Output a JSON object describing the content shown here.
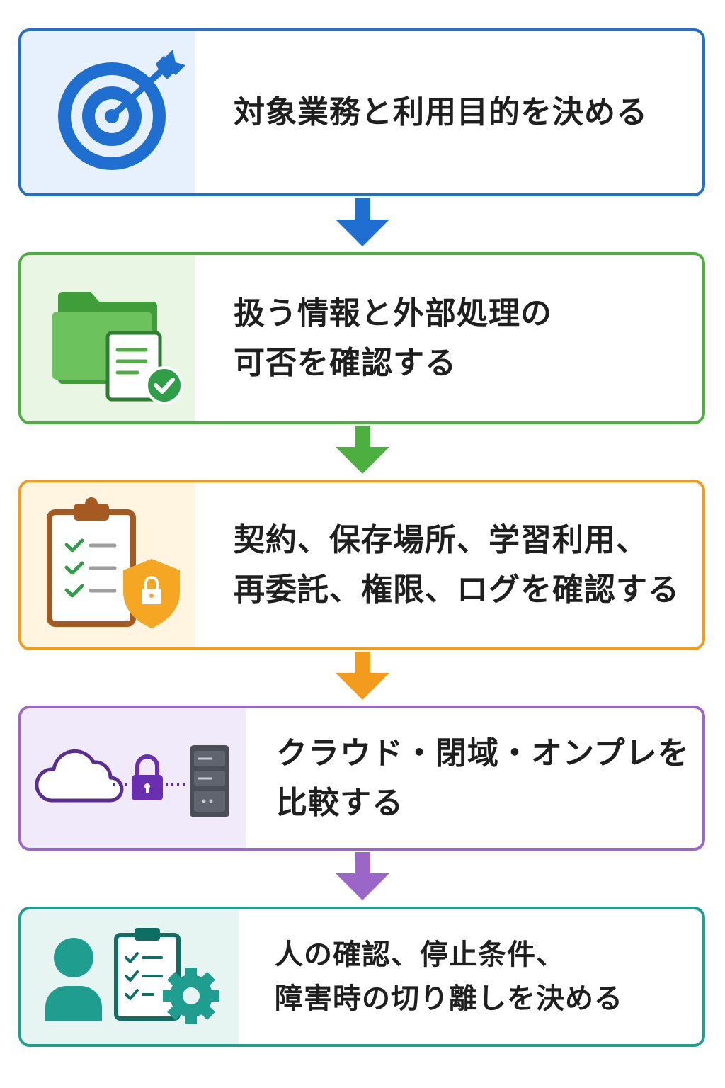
{
  "steps": [
    {
      "id": "purpose",
      "lines": [
        "対象業務と利用目的を決める"
      ],
      "color": "#1f6fd1",
      "panel": "#e6f1fd",
      "icon": "target-icon"
    },
    {
      "id": "data",
      "lines": [
        "扱う情報と外部処理の",
        "可否を確認する"
      ],
      "color": "#4caf3f",
      "panel": "#eaf6e4",
      "icon": "folder-document-check-icon"
    },
    {
      "id": "contract",
      "lines": [
        "契約、保存場所、学習利用、",
        "再委託、権限、ログを確認する"
      ],
      "color": "#f29b1d",
      "panel": "#fff5e1",
      "icon": "clipboard-shield-icon"
    },
    {
      "id": "environment",
      "lines": [
        "クラウド・閉域・オンプレを",
        "比較する"
      ],
      "color": "#9a66c8",
      "panel": "#f1eafb",
      "icon": "cloud-lock-server-icon"
    },
    {
      "id": "operation",
      "lines": [
        "人の確認、停止条件、",
        "障害時の切り離しを決める"
      ],
      "color": "#1f9e8f",
      "panel": "#e6f5f2",
      "icon": "person-clipboard-gear-icon"
    }
  ]
}
